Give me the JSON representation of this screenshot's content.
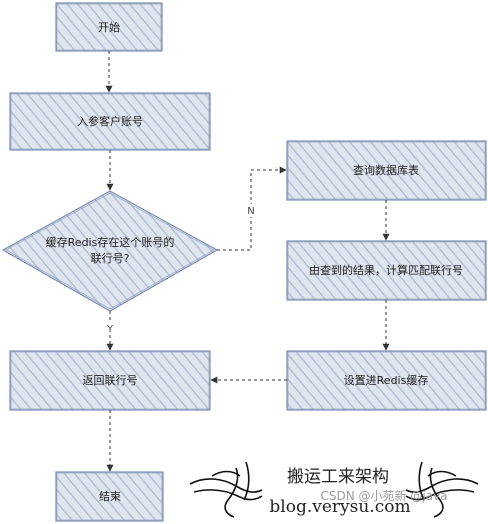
{
  "diagram": {
    "nodes": {
      "start": "开始",
      "input_account": "入参客户账号",
      "cache_check_line1": "缓存Redis存在这个账号的",
      "cache_check_line2": "联行号?",
      "query_db": "查询数据库表",
      "compute_match": "由查到的结果，计算匹配联行号",
      "set_redis": "设置进Redis缓存",
      "return_no": "返回联行号",
      "end": "结束"
    },
    "edge_labels": {
      "no": "N",
      "yes": "Y"
    }
  },
  "watermark": {
    "brand": "搬运工来架构",
    "blog": "blog.verysu.com",
    "csdn": "CSDN @小苑新 @java"
  },
  "colors": {
    "box_fill": "#dfe5ef",
    "hatch": "#b2bdd0",
    "border": "#7c8fb2",
    "edge": "#333333"
  }
}
